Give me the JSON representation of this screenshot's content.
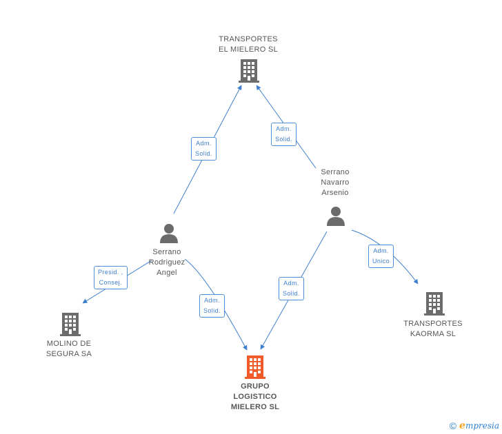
{
  "colors": {
    "edge": "#3d7fcc",
    "icon_gray": "#6b6b6b",
    "icon_main": "#f05a28",
    "label": "#555555"
  },
  "nodes": {
    "transportes_mielero": {
      "lines": [
        "TRANSPORTES",
        "EL MIELERO SL"
      ],
      "icon": "building-icon"
    },
    "serrano_navarro": {
      "lines": [
        "Serrano",
        "Navarro",
        "Arsenio"
      ],
      "icon": "person-icon"
    },
    "serrano_rodriguez": {
      "lines": [
        "Serrano",
        "Rodriguez",
        "Angel"
      ],
      "icon": "person-icon"
    },
    "molino": {
      "lines": [
        "MOLINO DE",
        "SEGURA SA"
      ],
      "icon": "building-icon"
    },
    "kaorma": {
      "lines": [
        "TRANSPORTES",
        "KAORMA SL"
      ],
      "icon": "building-icon"
    },
    "grupo": {
      "lines": [
        "GRUPO",
        "LOGISTICO",
        "MIELERO SL"
      ],
      "icon": "building-icon"
    }
  },
  "edges": {
    "rodriguez_to_mielero": [
      "Adm.",
      "Solid."
    ],
    "navarro_to_mielero": [
      "Adm.",
      "Solid."
    ],
    "rodriguez_to_molino": [
      "Presid. ,",
      "Consej."
    ],
    "rodriguez_to_grupo": [
      "Adm.",
      "Solid."
    ],
    "navarro_to_grupo": [
      "Adm.",
      "Solid."
    ],
    "navarro_to_kaorma": [
      "Adm.",
      "Unico"
    ]
  },
  "footer": {
    "copyright": "©",
    "brand_initial": "e",
    "brand_rest": "mpresia"
  }
}
